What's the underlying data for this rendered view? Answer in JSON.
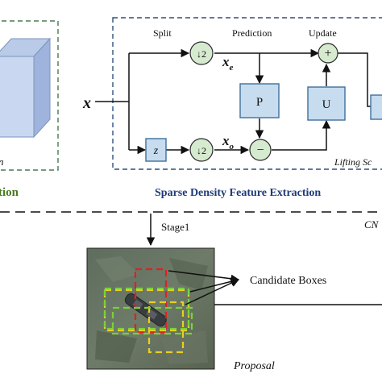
{
  "left_module": {
    "label_fragment": "n",
    "title_fragment": "tion"
  },
  "sparse_module": {
    "input_label": "x",
    "split_label": "Split",
    "prediction_label": "Prediction",
    "update_label": "Update",
    "downsample_top": "↓2",
    "downsample_bottom": "↓2",
    "xe_label": "x",
    "xe_sub": "e",
    "xo_label": "x",
    "xo_sub": "o",
    "z_box": "z",
    "p_box": "P",
    "u_box": "U",
    "plus_symbol": "+",
    "minus_symbol": "−",
    "lifting_label": "Lifting Sc",
    "title": "Sparse Density Feature Extraction"
  },
  "right_fragment": "CN",
  "stage": {
    "label": "Stage1",
    "candidate_label": "Candidate Boxes",
    "proposal_label": "Proposal"
  },
  "colors": {
    "blue_title": "#1f3a78",
    "green_title": "#4a7a20",
    "dashed_green": "#4a7a50",
    "dashed_blue": "#2f4f7f",
    "box_red": "#e02020",
    "box_yellow": "#e8d020",
    "box_green": "#7ad03a"
  }
}
